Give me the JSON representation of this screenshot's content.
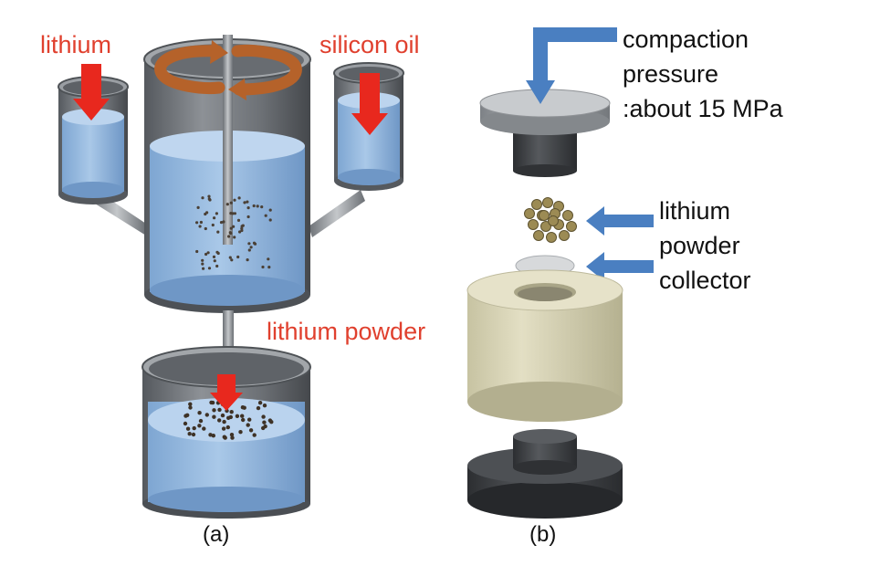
{
  "labels": {
    "lithium": "lithium",
    "silicon_oil": "silicon oil",
    "lithium_powder": "lithium powder",
    "compaction_line1": "compaction",
    "compaction_line2": "pressure",
    "compaction_line3": ":about 15 MPa",
    "lithium_line1": "lithium",
    "lithium_line2": "powder",
    "collector": "collector",
    "caption_a": "(a)",
    "caption_b": "(b)"
  },
  "colors": {
    "label_red": "#e0402e",
    "arrow_red": "#e8281e",
    "arrow_blue": "#4a7fc1",
    "liquid_blue": "#9dbfe2",
    "steel_gray": "#6f7378",
    "rotation_arrow": "#b5622a",
    "die_cream": "#d2ceae",
    "punch_dark": "#3a3c40"
  }
}
